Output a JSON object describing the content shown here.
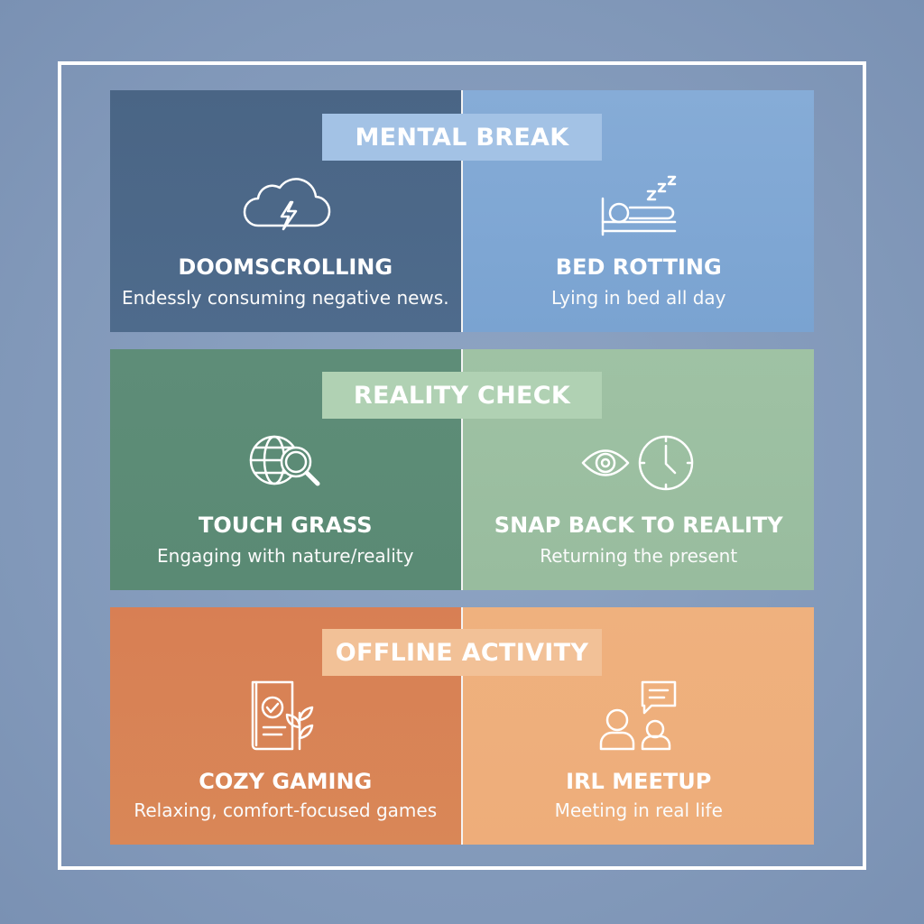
{
  "sections": [
    {
      "heading": "MENTAL BREAK",
      "items": [
        {
          "title": "DOOMSCROLLING",
          "description": "Endessly consuming negative news.",
          "icon": "storm-cloud-icon"
        },
        {
          "title": "BED ROTTING",
          "description": "Lying in bed all day",
          "icon": "sleeping-in-bed-icon"
        }
      ]
    },
    {
      "heading": "REALITY CHECK",
      "items": [
        {
          "title": "TOUCH GRASS",
          "description": "Engaging with nature/reality",
          "icon": "globe-magnifier-icon"
        },
        {
          "title": "SNAP BACK TO REALITY",
          "description": "Returning the present",
          "icon": "eye-clock-icon"
        }
      ]
    },
    {
      "heading": "OFFLINE ACTIVITY",
      "items": [
        {
          "title": "COZY GAMING",
          "description": "Relaxing, comfort-focused games",
          "icon": "book-plant-icon"
        },
        {
          "title": "IRL MEETUP",
          "description": "Meeting in real life",
          "icon": "people-chat-icon"
        }
      ]
    }
  ],
  "colors": {
    "background": "#8198b9",
    "frame": "#ffffff",
    "mental_break_left": "#4a6585",
    "mental_break_right": "#7aa3d1",
    "reality_check_left": "#5a8a74",
    "reality_check_right": "#98bc9e",
    "offline_activity_left": "#d98757",
    "offline_activity_right": "#eead7a"
  }
}
